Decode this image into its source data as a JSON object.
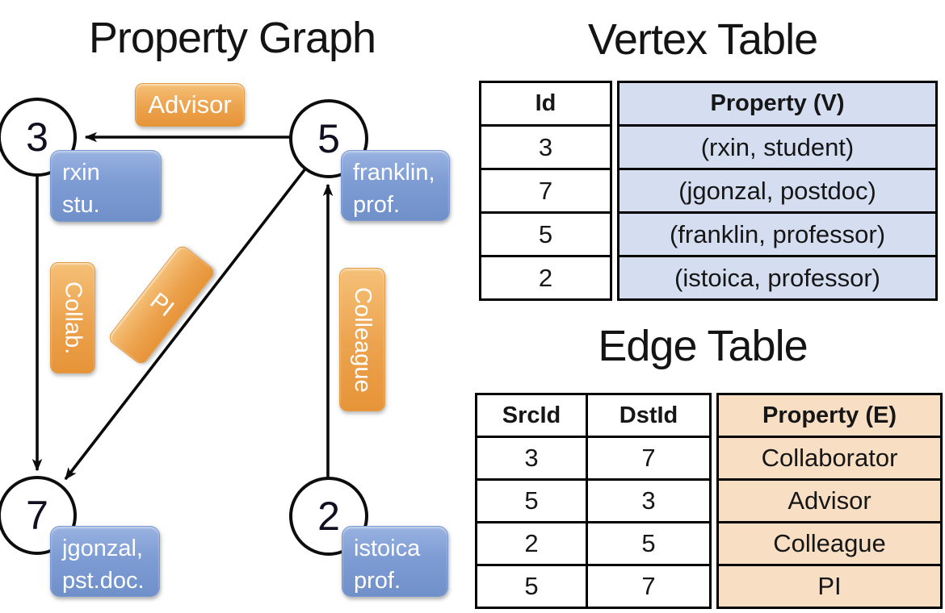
{
  "graph": {
    "title": "Property Graph",
    "nodes": [
      {
        "id": "3",
        "property": [
          "rxin",
          "stu."
        ]
      },
      {
        "id": "5",
        "property": [
          "franklin,",
          "prof."
        ]
      },
      {
        "id": "7",
        "property": [
          "jgonzal,",
          "pst.doc."
        ]
      },
      {
        "id": "2",
        "property": [
          "istoica",
          "prof."
        ]
      }
    ],
    "edge_labels": {
      "advisor": "Advisor",
      "collab": "Collab.",
      "pi": "PI",
      "colleague": "Colleague"
    },
    "edges": [
      {
        "src": "5",
        "dst": "3",
        "label": "Advisor"
      },
      {
        "src": "3",
        "dst": "7",
        "label": "Collab."
      },
      {
        "src": "5",
        "dst": "7",
        "label": "PI"
      },
      {
        "src": "2",
        "dst": "5",
        "label": "Colleague"
      }
    ]
  },
  "vertex_table": {
    "title": "Vertex Table",
    "columns": [
      "Id",
      "Property (V)"
    ],
    "rows": [
      {
        "id": "3",
        "property": "(rxin, student)"
      },
      {
        "id": "7",
        "property": "(jgonzal, postdoc)"
      },
      {
        "id": "5",
        "property": "(franklin, professor)"
      },
      {
        "id": "2",
        "property": "(istoica, professor)"
      }
    ]
  },
  "edge_table": {
    "title": "Edge Table",
    "columns": [
      "SrcId",
      "DstId",
      "Property (E)"
    ],
    "rows": [
      {
        "src": "3",
        "dst": "7",
        "property": "Collaborator"
      },
      {
        "src": "5",
        "dst": "3",
        "property": "Advisor"
      },
      {
        "src": "2",
        "dst": "5",
        "property": "Colleague"
      },
      {
        "src": "5",
        "dst": "7",
        "property": "PI"
      }
    ]
  },
  "colors": {
    "edge_label_orange": "#ECA24D",
    "vertex_label_blue": "#7F9CD3",
    "vertex_table_fill": "#D5DEF1",
    "edge_table_fill": "#F8DFC3",
    "stroke": "#000000"
  }
}
